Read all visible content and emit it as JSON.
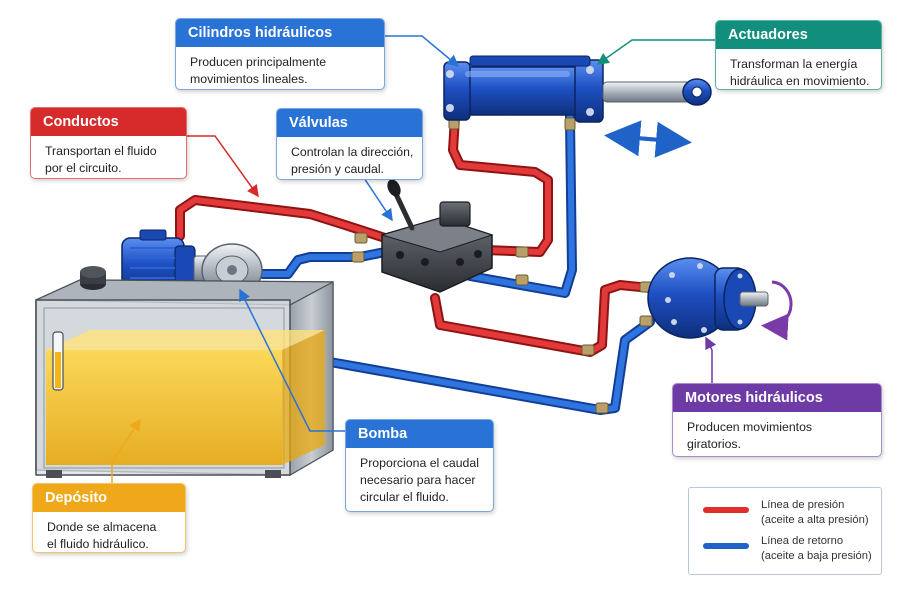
{
  "colors": {
    "pressure": "#e12d2d",
    "return": "#1f63c9",
    "header_blue": "#2a73d6",
    "header_green": "#118f7c",
    "header_red": "#d72b2b",
    "header_purple": "#6e3ba6",
    "header_yellow": "#f0a81b",
    "oil": "#f7c21c",
    "equipment_blue": "#1e4fc2"
  },
  "icons": [
    "rotation-arrow-icon",
    "double-arrow-icon",
    "sight-glass-icon",
    "valve-lever-icon"
  ],
  "callouts": {
    "cilindros": {
      "title": "Cilindros hidráulicos",
      "lines": [
        "Producen principalmente",
        "movimientos lineales."
      ]
    },
    "actuadores": {
      "title": "Actuadores",
      "lines": [
        "Transforman la energía",
        "hidráulica en movimiento."
      ]
    },
    "conductos": {
      "title": "Conductos",
      "lines": [
        "Transportan el fluido",
        "por el circuito."
      ]
    },
    "valvulas": {
      "title": "Válvulas",
      "lines": [
        "Controlan la dirección,",
        "presión y caudal."
      ]
    },
    "motores": {
      "title": "Motores hidráulicos",
      "lines": [
        "Producen movimientos",
        "giratorios."
      ]
    },
    "bomba": {
      "title": "Bomba",
      "lines": [
        "Proporciona el caudal",
        "necesario para hacer",
        "circular el fluido."
      ]
    },
    "deposito": {
      "title": "Depósito",
      "lines": [
        "Donde se almacena",
        "el fluido hidráulico."
      ]
    }
  },
  "legend": {
    "pressure": {
      "line1": "Línea de presión",
      "line2": "(aceite a alta presión)"
    },
    "return": {
      "line1": "Línea de retorno",
      "line2": "(aceite a baja presión)"
    }
  }
}
